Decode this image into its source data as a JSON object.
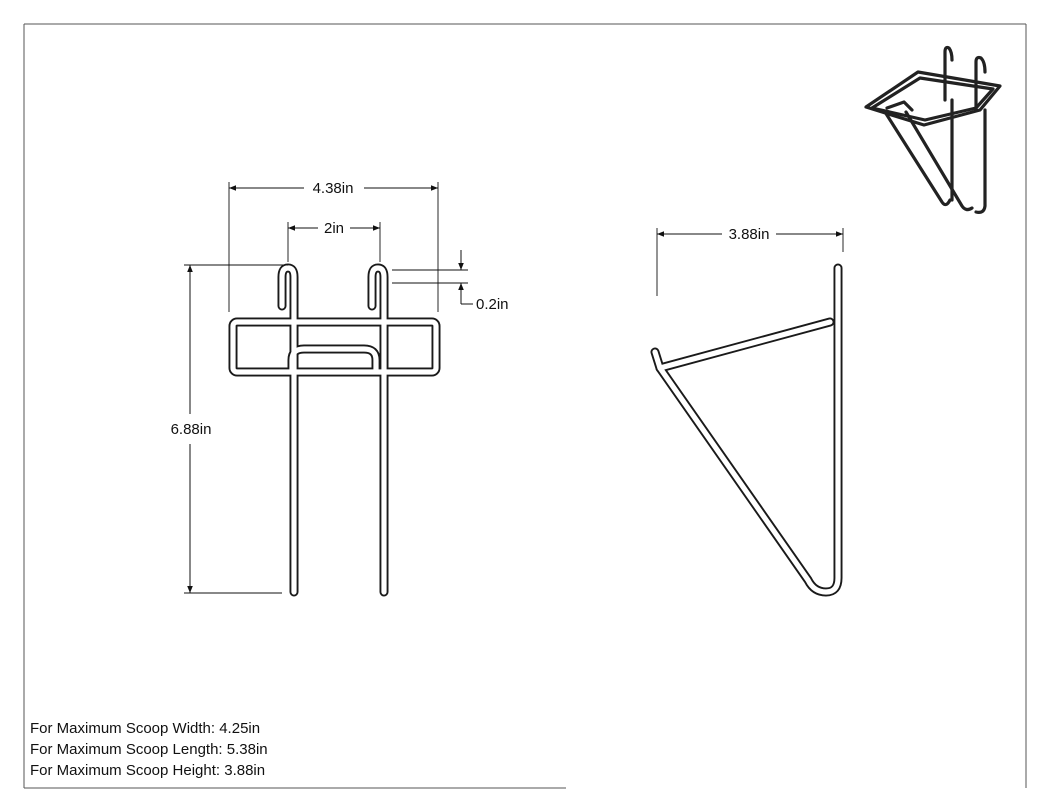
{
  "dimensions": {
    "front_width": "4.38in",
    "front_pin_spacing": "2in",
    "front_hook_height": "0.2in",
    "front_height": "6.88in",
    "side_depth": "3.88in"
  },
  "notes": [
    "For Maximum Scoop Width: 4.25in",
    "For Maximum Scoop Length: 5.38in",
    "For Maximum Scoop Height: 3.88in"
  ],
  "colors": {
    "line": "#111111",
    "wire": "#1a1a1a",
    "background": "#ffffff"
  }
}
